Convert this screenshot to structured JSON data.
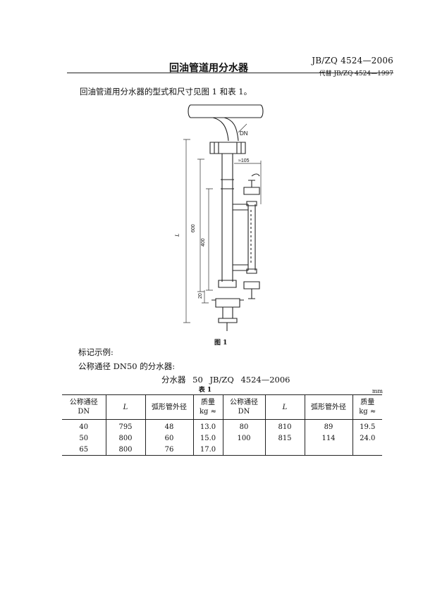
{
  "header": {
    "title": "回油管道用分水器",
    "standard_code": "JB/ZQ 4524—2006",
    "replaces": "代替 JB/ZQ 4524—1997"
  },
  "intro": "回油管道用分水器的型式和尺寸见图 1 和表 1。",
  "figure": {
    "caption": "图 1",
    "labels": {
      "dn": "DN",
      "width": "≈105",
      "L": "L",
      "len600": "600",
      "len400": "400",
      "len20": "20"
    }
  },
  "marking": {
    "label": "标记示例:",
    "description": "公称通径 DN50 的分水器:",
    "example": "分水器 50 JB/ZQ 4524—2006"
  },
  "table": {
    "caption": "表 1",
    "unit": "mm",
    "headers": {
      "dn_line1": "公称通径",
      "dn_line2": "DN",
      "L": "L",
      "pipe_od": "弧形管外径",
      "mass_line1": "质量",
      "mass_line2": "kg ≈"
    },
    "rows": [
      [
        "40",
        "795",
        "48",
        "13.0",
        "80",
        "810",
        "89",
        "19.5"
      ],
      [
        "50",
        "800",
        "60",
        "15.0",
        "100",
        "815",
        "114",
        "24.0"
      ],
      [
        "65",
        "800",
        "76",
        "17.0",
        "",
        "",
        "",
        ""
      ]
    ]
  }
}
